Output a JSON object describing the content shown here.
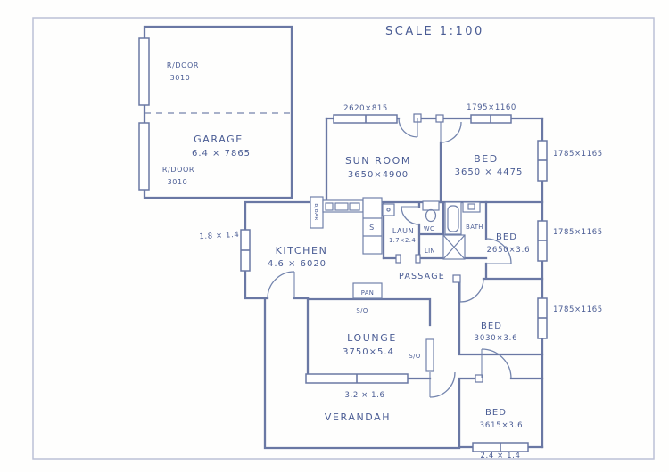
{
  "title": "SCALE 1:100",
  "garage": {
    "name": "GARAGE",
    "size": "6.4 × 7865",
    "door_top_label": "R/DOOR",
    "door_top_size": "3010",
    "door_bottom_label": "R/DOOR",
    "door_bottom_size": "3010"
  },
  "rooms": {
    "sun_room": {
      "name": "SUN ROOM",
      "size": "3650×4900"
    },
    "bed1": {
      "name": "BED",
      "size": "3650 × 4475"
    },
    "bed2": {
      "name": "BED",
      "size": "2650×3.6"
    },
    "bed3": {
      "name": "BED",
      "size": "3030×3.6"
    },
    "bed4": {
      "name": "BED",
      "size": "3615×3.6"
    },
    "kitchen": {
      "name": "KITCHEN",
      "size": "4.6 × 6020"
    },
    "lounge": {
      "name": "LOUNGE",
      "size": "3750×5.4"
    },
    "laundry": {
      "name": "LAUN",
      "size": "1.7×2.4"
    },
    "wc": {
      "name": "WC"
    },
    "bath": {
      "name": "BATH"
    },
    "linen": {
      "name": "LIN"
    },
    "pantry": {
      "name": "PAN"
    },
    "passage": {
      "name": "PASSAGE"
    },
    "verandah": {
      "name": "VERANDAH"
    },
    "breakfast_bar": {
      "name": "B/BAR"
    },
    "sink": {
      "name": "S"
    }
  },
  "windows": {
    "sun_room_top": "2620×815",
    "bed1_top": "1795×1160",
    "east_top": "1785×1165",
    "east_mid": "1785×1165",
    "east_bottom": "1785×1165",
    "kitchen_west": "1.8 × 1.4",
    "lounge_south": "3.2 × 1.6",
    "bed4_south": "2.4 × 1.4"
  },
  "openings": {
    "slide_1": "S/O",
    "slide_2": "S/O"
  },
  "colors": {
    "ink": "#4a5c94",
    "wall": "#6a78a4",
    "paper": "#fefefd",
    "page_border": "#bcc1d6"
  }
}
